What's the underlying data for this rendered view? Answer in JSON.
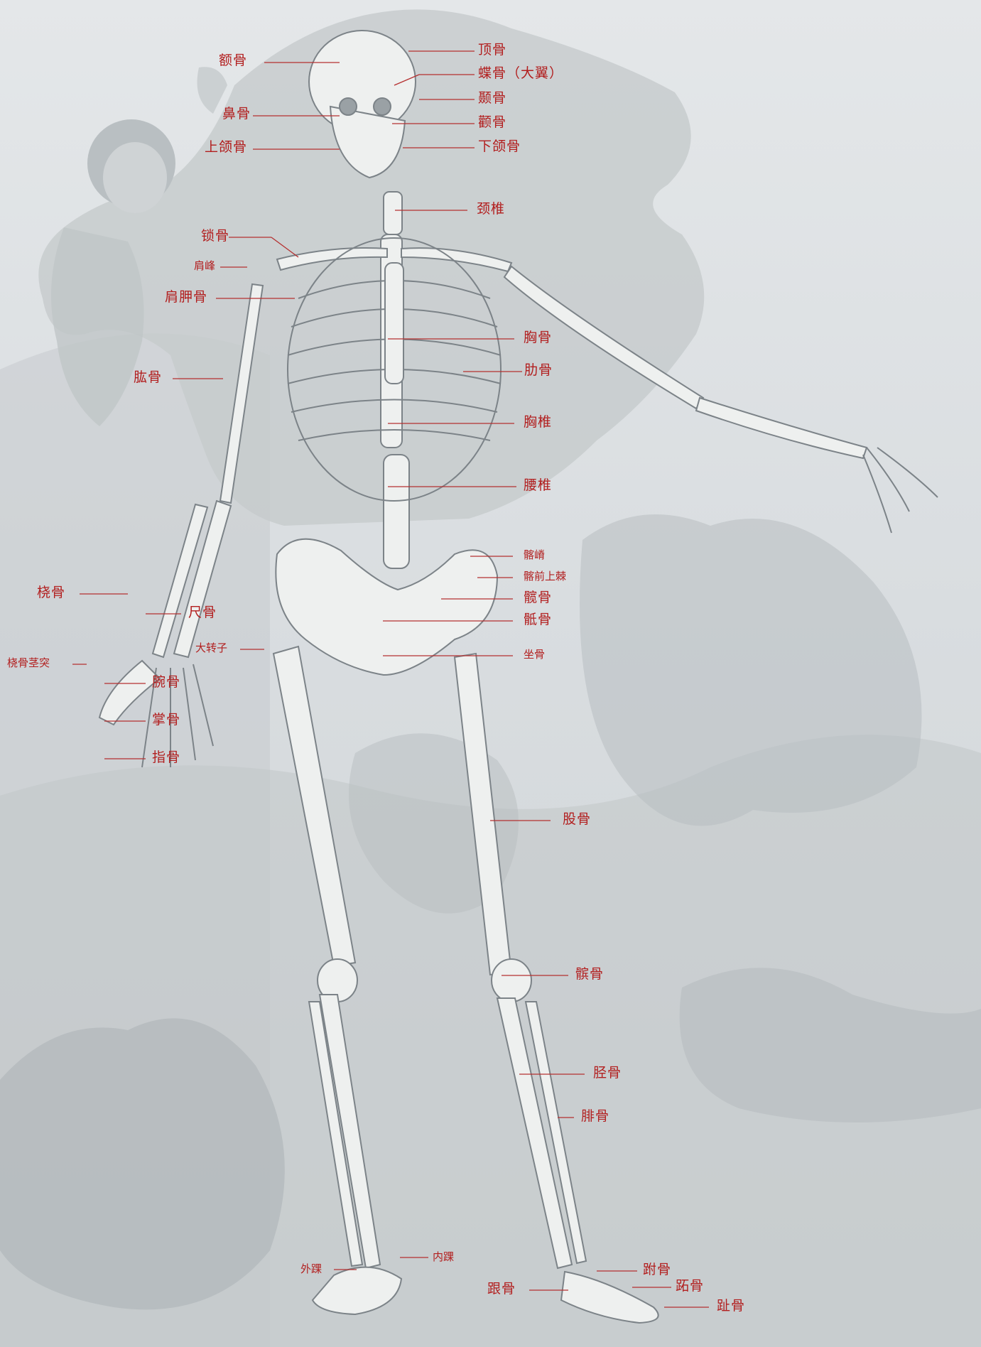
{
  "labels": {
    "e_gu": "额骨",
    "ding_gu": "顶骨",
    "die_gu": "蝶骨（大翼）",
    "nie_gu": "颞骨",
    "bi_gu": "鼻骨",
    "quan_gu": "颧骨",
    "shang_he_gu": "上颌骨",
    "xia_he_gu": "下颌骨",
    "jing_zhui": "颈椎",
    "suo_gu": "锁骨",
    "jian_feng": "肩峰",
    "jian_jia_gu": "肩胛骨",
    "xiong_gu": "胸骨",
    "lei_gu": "肋骨",
    "gong_gu": "肱骨",
    "xiong_zhui": "胸椎",
    "yao_zhui": "腰椎",
    "qia_ji": "髂嵴",
    "qia_qian_shang_ji": "髂前上棘",
    "kuan_gu": "髋骨",
    "di_gu": "骶骨",
    "nao_gu": "桡骨",
    "chi_gu": "尺骨",
    "da_zhuan_zi": "大转子",
    "zuo_gu": "坐骨",
    "nao_gu_jing_tu": "桡骨茎突",
    "wan_gu": "腕骨",
    "zhang_gu": "掌骨",
    "zhi_gu": "指骨",
    "gu_gu": "股骨",
    "bin_gu": "髌骨",
    "jing_gu": "胫骨",
    "fei_gu": "腓骨",
    "wai_huai": "外踝",
    "nei_huai": "内踝",
    "gen_gu": "跟骨",
    "fu_gu": "跗骨",
    "zhi_gu_foot": "跖骨",
    "zhi_gu_toe": "趾骨"
  },
  "colors": {
    "label": "#b21e1e",
    "background": "#d9dde0",
    "bone": "#eef0ef",
    "ink": "#7c8388"
  }
}
